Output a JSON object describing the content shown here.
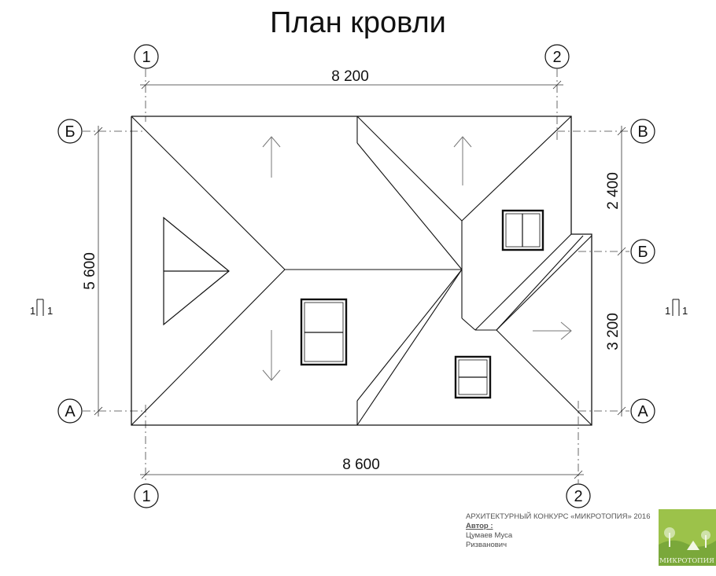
{
  "title": "План кровли",
  "axes": {
    "col_1": "1",
    "col_2": "2",
    "row_a": "А",
    "row_b": "Б",
    "row_v": "В"
  },
  "dimensions": {
    "top": "8 200",
    "bottom": "8 600",
    "left": "5 600",
    "right_upper": "2 400",
    "right_lower": "3 200"
  },
  "section_marks": {
    "left_a": "1",
    "left_b": "1",
    "right_a": "1",
    "right_b": "1"
  },
  "credits": {
    "competition": "АРХИТЕКТУРНЫЙ КОНКУРС «МИКРОТОПИЯ» 2016",
    "author_label": "Автор :",
    "author_line1": "Цумаев Муса",
    "author_line2": "Ризванович",
    "logo_text": "МИКРОТОПИЯ"
  },
  "colors": {
    "line": "#111111",
    "dim_line": "#333333",
    "logo_green": "#9cc24a",
    "logo_dark": "#5e8a2c"
  }
}
